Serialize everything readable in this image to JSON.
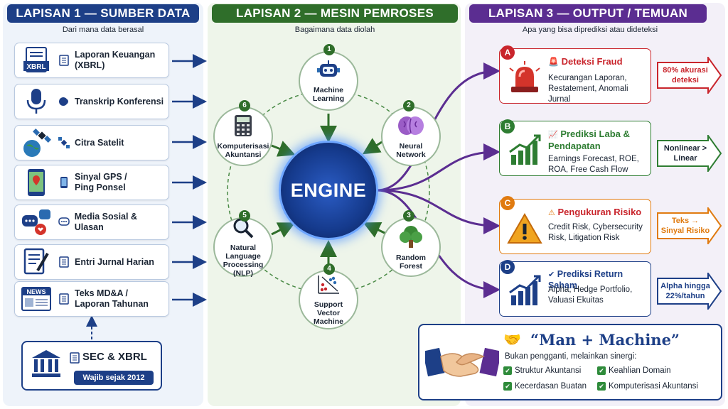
{
  "layer1": {
    "title": "LAPISAN 1 — SUMBER DATA",
    "subtitle": "Dari mana data berasal",
    "sources": [
      {
        "label": "Laporan Keuangan (XBRL)",
        "icon": "document-icon"
      },
      {
        "label": "Transkrip Konferensi",
        "icon": "microphone-icon"
      },
      {
        "label": "Citra Satelit",
        "icon": "satellite-icon"
      },
      {
        "label": "Sinyal GPS / Ping Ponsel",
        "icon": "phone-gps-icon"
      },
      {
        "label": "Media Sosial & Ulasan",
        "icon": "chat-bubble-icon"
      },
      {
        "label": "Entri Jurnal Harian",
        "icon": "journal-icon"
      },
      {
        "label": "Teks MD&A / Laporan Tahunan",
        "icon": "newspaper-icon"
      }
    ],
    "xbrl_tag": "XBRL",
    "news_tag": "NEWS",
    "sec": {
      "title": "SEC & XBRL",
      "note": "Wajib sejak 2012"
    }
  },
  "layer2": {
    "title": "LAPISAN 2 — MESIN PEMROSES",
    "subtitle": "Bagaimana data diolah",
    "engine": "ENGINE",
    "nodes": [
      {
        "num": "1",
        "label": "Machine Learning"
      },
      {
        "num": "2",
        "label": "Neural Network"
      },
      {
        "num": "3",
        "label": "Random Forest"
      },
      {
        "num": "4",
        "label": "Support Vector Machine"
      },
      {
        "num": "5",
        "label": "Natural Language Processing (NLP)"
      },
      {
        "num": "6",
        "label": "Komputerisasi Akuntansi"
      }
    ]
  },
  "layer3": {
    "title": "LAPISAN 3 — OUTPUT / TEMUAN",
    "subtitle": "Apa yang bisa diprediksi atau dideteksi",
    "outputs": [
      {
        "letter": "A",
        "title": "Deteksi Fraud",
        "desc": "Kecurangan Laporan, Restatement, Anomali Jurnal",
        "callout": "80% akurasi deteksi",
        "color": "#c9252c"
      },
      {
        "letter": "B",
        "title": "Prediksi Laba & Pendapatan",
        "desc": "Earnings Forecast, ROE, ROA, Free Cash Flow",
        "callout": "Nonlinear > Linear",
        "color": "#2e7d32"
      },
      {
        "letter": "C",
        "title": "Pengukuran Risiko",
        "desc": "Credit Risk, Cybersecurity Risk, Litigation Risk",
        "callout": "Teks → Sinyal Risiko",
        "color": "#e07b10"
      },
      {
        "letter": "D",
        "title": "Prediksi Return Saham",
        "desc": "Alpha, Hedge Portfolio, Valuasi Ekuitas",
        "callout": "Alpha hingga 22%/tahun",
        "color": "#1d3f87"
      }
    ],
    "man_machine": {
      "headline": "“Man + Machine”",
      "sub": "Bukan pengganti, melainkan sinergi:",
      "items": [
        "Struktur Akuntansi",
        "Keahlian Domain",
        "Kecerdasan Buatan",
        "Komputerisasi Akuntansi"
      ]
    }
  },
  "colors": {
    "blue": "#1d3f87",
    "green": "#2f6e2a",
    "purple": "#5b2d91",
    "red": "#c9252c",
    "orange": "#e07b10"
  }
}
